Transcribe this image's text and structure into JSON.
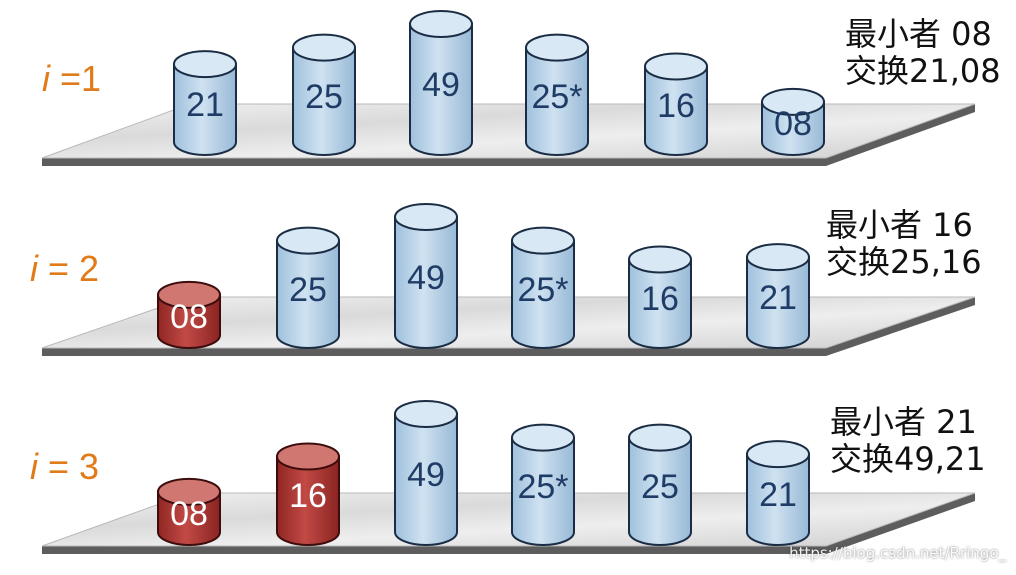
{
  "rows": [
    {
      "label_var": "i",
      "label_rest": " =1",
      "note": {
        "line1": "最小者 08",
        "line2": "交换21,08"
      },
      "items": [
        {
          "value": "21",
          "state": "unsorted",
          "level": 0.66
        },
        {
          "value": "25",
          "state": "unsorted",
          "level": 0.8
        },
        {
          "value": "49",
          "state": "unsorted",
          "level": 1.0
        },
        {
          "value": "25*",
          "state": "unsorted",
          "level": 0.8
        },
        {
          "value": "16",
          "state": "unsorted",
          "level": 0.64
        },
        {
          "value": "08",
          "state": "unsorted",
          "level": 0.34
        }
      ]
    },
    {
      "label_var": "i",
      "label_rest": " = 2",
      "note": {
        "line1": "最小者 16",
        "line2": "交换25,16"
      },
      "items": [
        {
          "value": "08",
          "state": "sorted",
          "level": 0.34
        },
        {
          "value": "25",
          "state": "unsorted",
          "level": 0.8
        },
        {
          "value": "49",
          "state": "unsorted",
          "level": 1.0
        },
        {
          "value": "25*",
          "state": "unsorted",
          "level": 0.8
        },
        {
          "value": "16",
          "state": "unsorted",
          "level": 0.64
        },
        {
          "value": "21",
          "state": "unsorted",
          "level": 0.66
        }
      ]
    },
    {
      "label_var": "i",
      "label_rest": " = 3",
      "note": {
        "line1": "最小者 21",
        "line2": "交换49,21"
      },
      "items": [
        {
          "value": "08",
          "state": "sorted",
          "level": 0.34
        },
        {
          "value": "16",
          "state": "sorted",
          "level": 0.64
        },
        {
          "value": "49",
          "state": "unsorted",
          "level": 1.0
        },
        {
          "value": "25*",
          "state": "unsorted",
          "level": 0.8
        },
        {
          "value": "25",
          "state": "unsorted",
          "level": 0.8
        },
        {
          "value": "21",
          "state": "unsorted",
          "level": 0.66
        }
      ]
    }
  ],
  "watermark": "https://blog.csdn.net/Rringo_",
  "colors": {
    "label": "#e07b1a",
    "unsorted_body": "#bcd6ea",
    "unsorted_top": "#d8e8f4",
    "unsorted_text": "#1f3c66",
    "unsorted_stroke": "#1b2d44",
    "sorted_body": "#b43a36",
    "sorted_top": "#d07772",
    "sorted_text": "#ffffff",
    "sorted_stroke": "#3c0d0c",
    "shelf": "#e3e3e3",
    "shelf_edge": "#5d5d5d"
  }
}
